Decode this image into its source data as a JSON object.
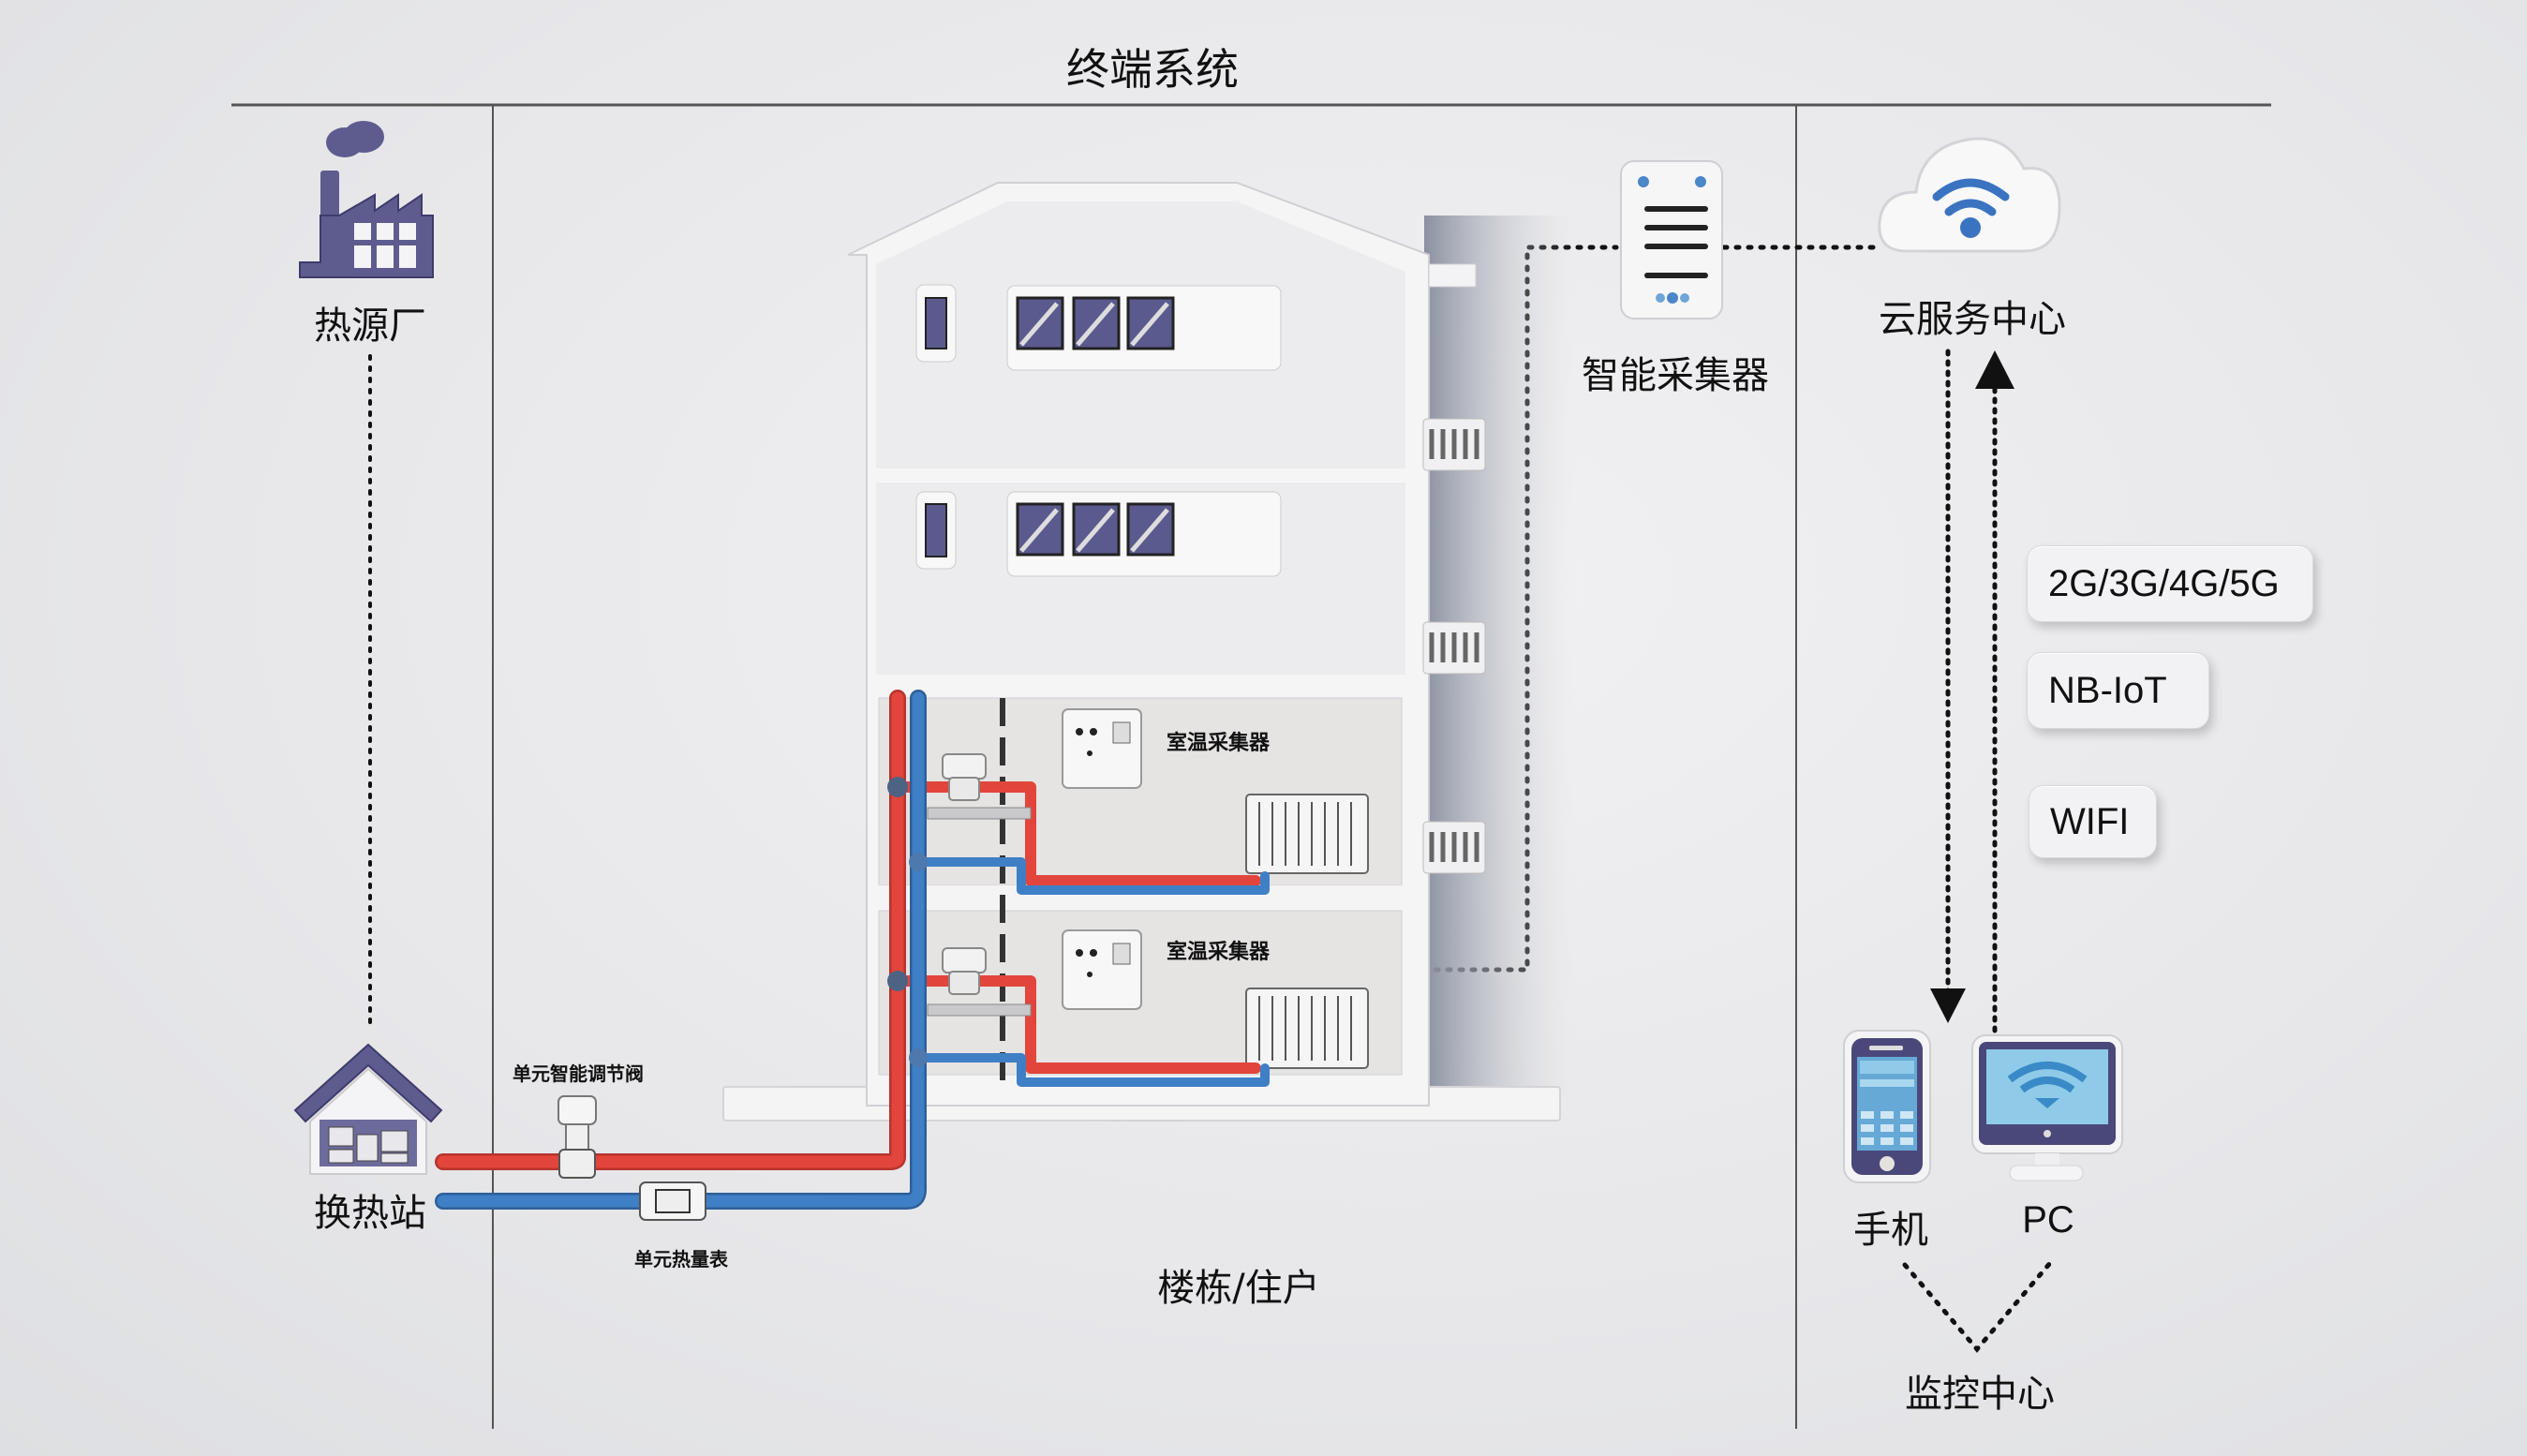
{
  "header": {
    "title": "终端系统"
  },
  "sections": {
    "building_label": "楼栋/住户"
  },
  "nodes": {
    "heat_source": {
      "label": "热源厂",
      "icon": "factory-icon"
    },
    "heat_station": {
      "label": "换热站",
      "icon": "house-icon"
    },
    "unit_valve": {
      "label": "单元智能调节阀",
      "icon": "valve-icon"
    },
    "unit_meter": {
      "label": "单元热量表",
      "icon": "heat-meter-icon"
    },
    "room_sensor_1": {
      "label": "室温采集器",
      "icon": "room-temperature-sensor-icon"
    },
    "room_sensor_2": {
      "label": "室温采集器",
      "icon": "room-temperature-sensor-icon"
    },
    "smart_collector": {
      "label": "智能采集器",
      "icon": "data-collector-icon"
    },
    "cloud": {
      "label": "云服务中心",
      "icon": "cloud-wifi-icon"
    },
    "phone": {
      "label": "手机",
      "icon": "mobile-phone-icon"
    },
    "pc": {
      "label": "PC",
      "icon": "desktop-monitor-icon"
    },
    "monitor_center": {
      "label": "监控中心"
    }
  },
  "network_tags": [
    "2G/3G/4G/5G",
    "NB-IoT",
    "WIFI"
  ],
  "colors": {
    "supply_pipe": "#e2453b",
    "return_pipe": "#3f7fc6",
    "icon_purple": "#5e5c8f",
    "wifi_blue": "#3a73c0",
    "screen_blue": "#8fcbe8"
  }
}
